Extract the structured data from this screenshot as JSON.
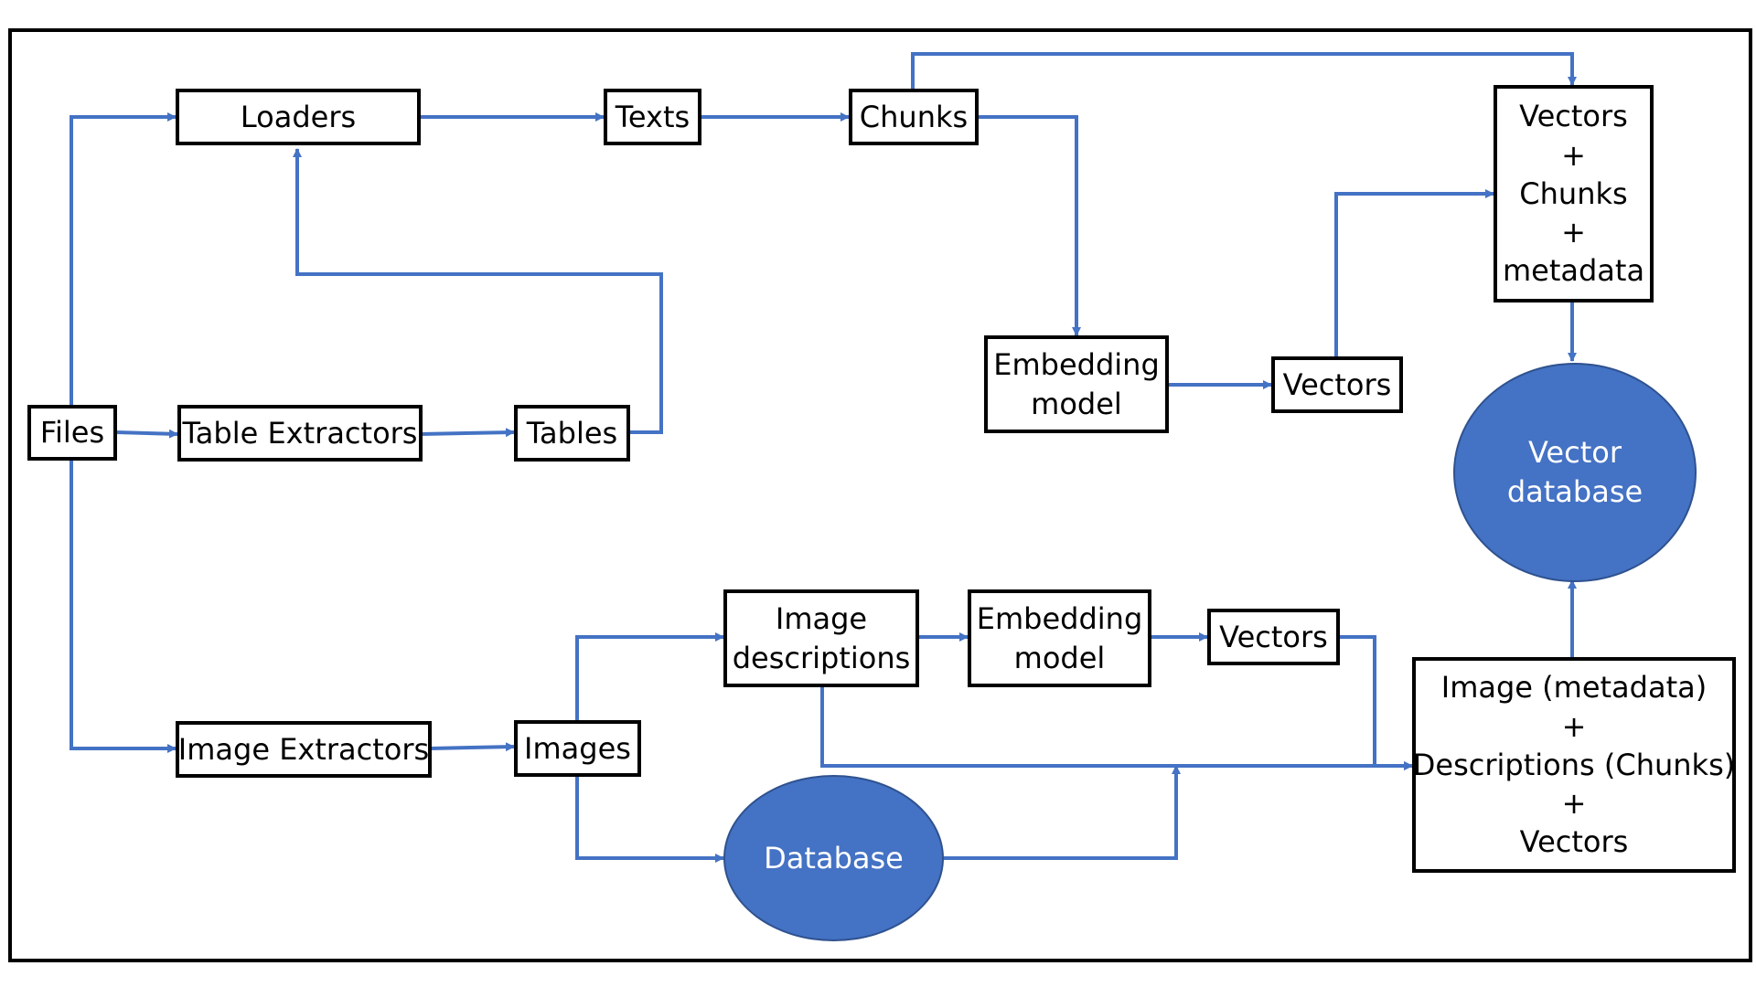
{
  "colors": {
    "connector": "#4472C4",
    "node_fill": "#4472C4",
    "node_text": "#FFFFFF",
    "box_border": "#000000"
  },
  "nodes": {
    "files": "Files",
    "loaders": "Loaders",
    "texts": "Texts",
    "chunks": "Chunks",
    "table_extractors": "Table Extractors",
    "tables": "Tables",
    "image_extractors": "Image Extractors",
    "images": "Images",
    "embedding_model_text": [
      "Embedding",
      "model"
    ],
    "vectors_text": "Vectors",
    "vectors_chunks_metadata": [
      "Vectors",
      "+",
      "Chunks",
      "+",
      "metadata"
    ],
    "vector_database": [
      "Vector",
      "database"
    ],
    "image_descriptions": [
      "Image",
      "descriptions"
    ],
    "embedding_model_image": [
      "Embedding",
      "model"
    ],
    "vectors_image": "Vectors",
    "database": "Database",
    "image_metadata_descriptions_vectors": [
      "Image (metadata)",
      "+",
      "Descriptions (Chunks)",
      "+",
      "Vectors"
    ]
  }
}
